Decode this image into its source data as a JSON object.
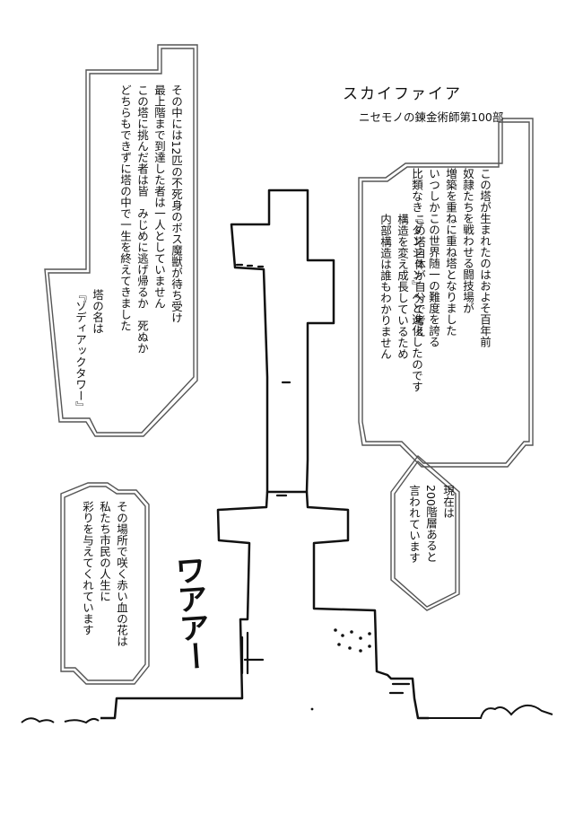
{
  "page": {
    "title": "スカイファイア",
    "subtitle": "ニセモノの錬金術師第100部",
    "sfx": "ワアアー"
  },
  "captions": {
    "intro": [
      "この塔が生まれたのはおよそ百年前",
      "奴隷たちを戦わせる闘技場が",
      "増築を重ねに重ね塔となりました",
      "いつしかこの世界随一の難度を誇る",
      "比類なき『ダンジョン』へと進化したのです"
    ],
    "structure": [
      "この塔自体が自分で考え",
      "構造を変え成長しているため",
      "内部構造は誰もわかりません"
    ],
    "bosses": [
      "その中には12匹の不死身のボス魔獣が待ち受け",
      "最上階まで到達した者は一人としていません",
      "この塔に挑んだ者は皆　みじめに逃げ帰るか　死ぬか",
      "どちらもできずに塔の中で一生を終えてきました"
    ],
    "name": [
      "塔の名は",
      "『ゾディアックタワー』"
    ],
    "floors": [
      "現在は",
      "200階層あると",
      "言われています"
    ],
    "flowers": [
      "その場所で咲く赤い血の花は",
      "私たち市民の人生に",
      "彩りを与えてくれています"
    ]
  },
  "colors": {
    "ink": "#111111",
    "paper": "#ffffff",
    "frame": "#555555"
  }
}
